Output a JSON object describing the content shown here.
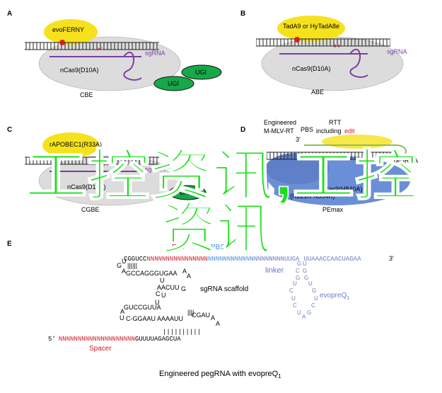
{
  "panels": {
    "A": {
      "letter": "A",
      "enzyme": "evoFERNY",
      "cas": "nCas9(D10A)",
      "sgrna": "sgRNA",
      "ugi1": "UGI",
      "ugi2": "UGI",
      "name": "CBE"
    },
    "B": {
      "letter": "B",
      "enzyme": "TadA9 or HyTadA8e",
      "cas": "nCas9(D10A)",
      "sgrna": "sgRNA",
      "name": "ABE"
    },
    "C": {
      "letter": "C",
      "enzyme": "rAPOBEC1(R33A)",
      "cas": "nCas9(D10A)",
      "sgrna": "sgRNA",
      "ung": "UNG",
      "name": "CGBE"
    },
    "D": {
      "letter": "D",
      "rt_line1": "Engineered",
      "rt_line2": "M-MLV-RT",
      "pbs": "PBS",
      "rtt_line1": "RTT",
      "rtt_line2a": "including",
      "rtt_line2b": "edit",
      "three_prime": "3'",
      "pegrna": "pegRNA",
      "cas": "nCas9(H840A)",
      "rt_variant": "(R221K N394K)",
      "name": "PEmax"
    },
    "E": {
      "letter": "E",
      "rtt": "RTT",
      "pbs": "PBS",
      "top_seq_black": "CGGUCC",
      "top_seq_red": "NNNNNNNNNNNNNNNN",
      "top_seq_blue": "NNNNNNNNNNNN",
      "linker_seq": "NNNNNNNNUUGA",
      "evopreq_seq": "UUAAACCAACUAGAA",
      "three_prime": "3'",
      "linker": "linker",
      "evopreq": "evopreQ",
      "evopreq_sub": "1",
      "scaffold": "sgRNA scaffold",
      "five_prime": "5'",
      "spacer_seq": "NNNNNNNNNNNNNNNNNNNN",
      "spacer_tail": "GUUUUAGAGCUA",
      "spacer": "Spacer",
      "caption": "Engineered pegRNA with evopreQ",
      "caption_sub": "1"
    }
  },
  "watermark": {
    "line1": "工控资讯,工控",
    "line2": "资讯"
  },
  "colors": {
    "yellow": "#f5e21c",
    "grey_ellipse": "#dcdcdc",
    "green": "#17a84a",
    "purple": "#7a3fa0",
    "red": "#d0202a",
    "blue": "#4a90d9",
    "watermark": "#18e018",
    "pe_blue": "#6b8fd6",
    "evopreq": "#6b7bc0"
  }
}
